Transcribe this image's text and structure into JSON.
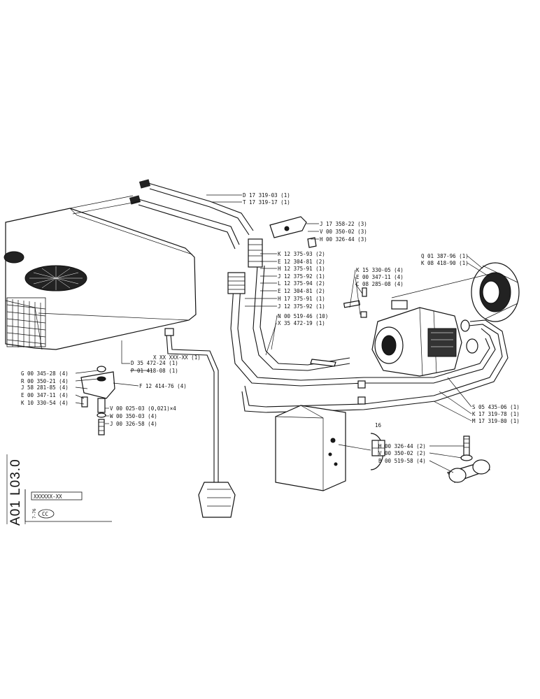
{
  "sheet": {
    "code": "A01 L03.0",
    "ref_box": "XXXXXX-XX",
    "date": "7-76",
    "stamp": "CC",
    "small_number": "16"
  },
  "labels": {
    "D_17_319_03": "D 17 319-03 (1)",
    "T_17_319_17": "T 17 319-17 (1)",
    "J_17_358_22": "J 17 358-22 (3)",
    "V_00_350_02_3": "V 00 350-02 (3)",
    "H_00_326_44_3": "H 00 326-44 (3)",
    "K_12_375_93": "K 12 375-93 (2)",
    "E_12_304_81_a": "E 12 304-81 (2)",
    "H_12_375_91": "H 12 375-91 (1)",
    "J_12_375_92": "J 12 375-92 (1)",
    "L_12_375_94": "L 12 375-94 (2)",
    "E_12_304_81_b": "E 12 304-81 (2)",
    "H_17_375_91": "H 17 375-91 (1)",
    "J_12_375_92_b": "J 12 375-92 (1)",
    "N_00_519_46": "N 00 519-46 (10)",
    "X_35_472_19": "X 35 472-19 (1)",
    "K_15_330_05": "K 15 330-05 (4)",
    "E_00_347_11_4": "E 00 347-11 (4)",
    "C_08_285_08": "C 08 285-08 (4)",
    "Q_01_387_96": "Q 01 387-96 (1)",
    "K_08_418_90": "K 08 418-90 (1)",
    "D_35_472_24": "D 35 472-24 (1)",
    "X_XX": "X XX XXX-XX (1)",
    "P_01_418_08": "P 01 418-08 (1)",
    "F_12_414_76": "F 12 414-76 (4)",
    "G_00_345_28": "G 00 345-28 (4)",
    "R_00_350_21": "R 00 350-21 (4)",
    "J_58_281_85": "J 58 281-85 (4)",
    "E_00_347_11_b": "E 00 347-11 (4)",
    "K_10_330_54": "K 10 330-54 (4)",
    "V_00_025_03": "V 00 025-03 (0,021)×4",
    "W_00_350_03": "W 00 350-03 (4)",
    "J_00_326_58": "J 00 326-58 (4)",
    "S_05_435_06": "S 05 435-06 (1)",
    "K_17_319_78": "K 17 319-78 (1)",
    "M_17_319_80": "M 17 319-80 (1)",
    "H_00_326_44_2": "H 00 326-44 (2)",
    "V_00_350_02_2": "V 00 350-02 (2)",
    "B_00_519_58": "B 00 519-58 (4)"
  }
}
